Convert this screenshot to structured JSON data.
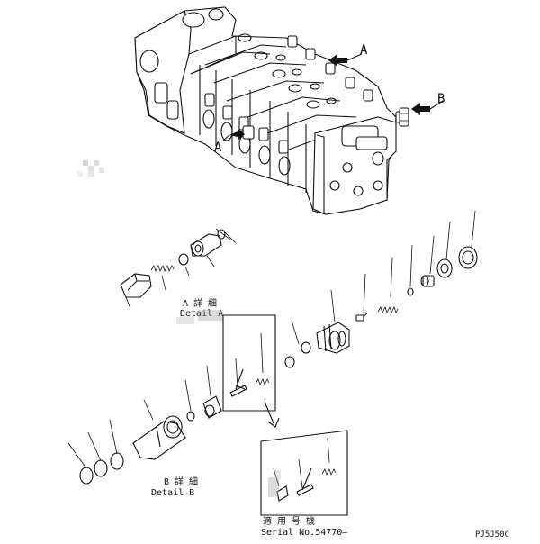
{
  "labels": {
    "view_a_top": "A",
    "view_b": "B",
    "view_a_left": "A",
    "detail_a_jp": "A 詳 細",
    "detail_a_en": "Detail A",
    "detail_b_jp": "B 詳 細",
    "detail_b_en": "Detail B",
    "serial_jp": "適 用 号 機",
    "serial_en": "Serial No.54770—",
    "drawing_code": "PJ5J50C"
  }
}
